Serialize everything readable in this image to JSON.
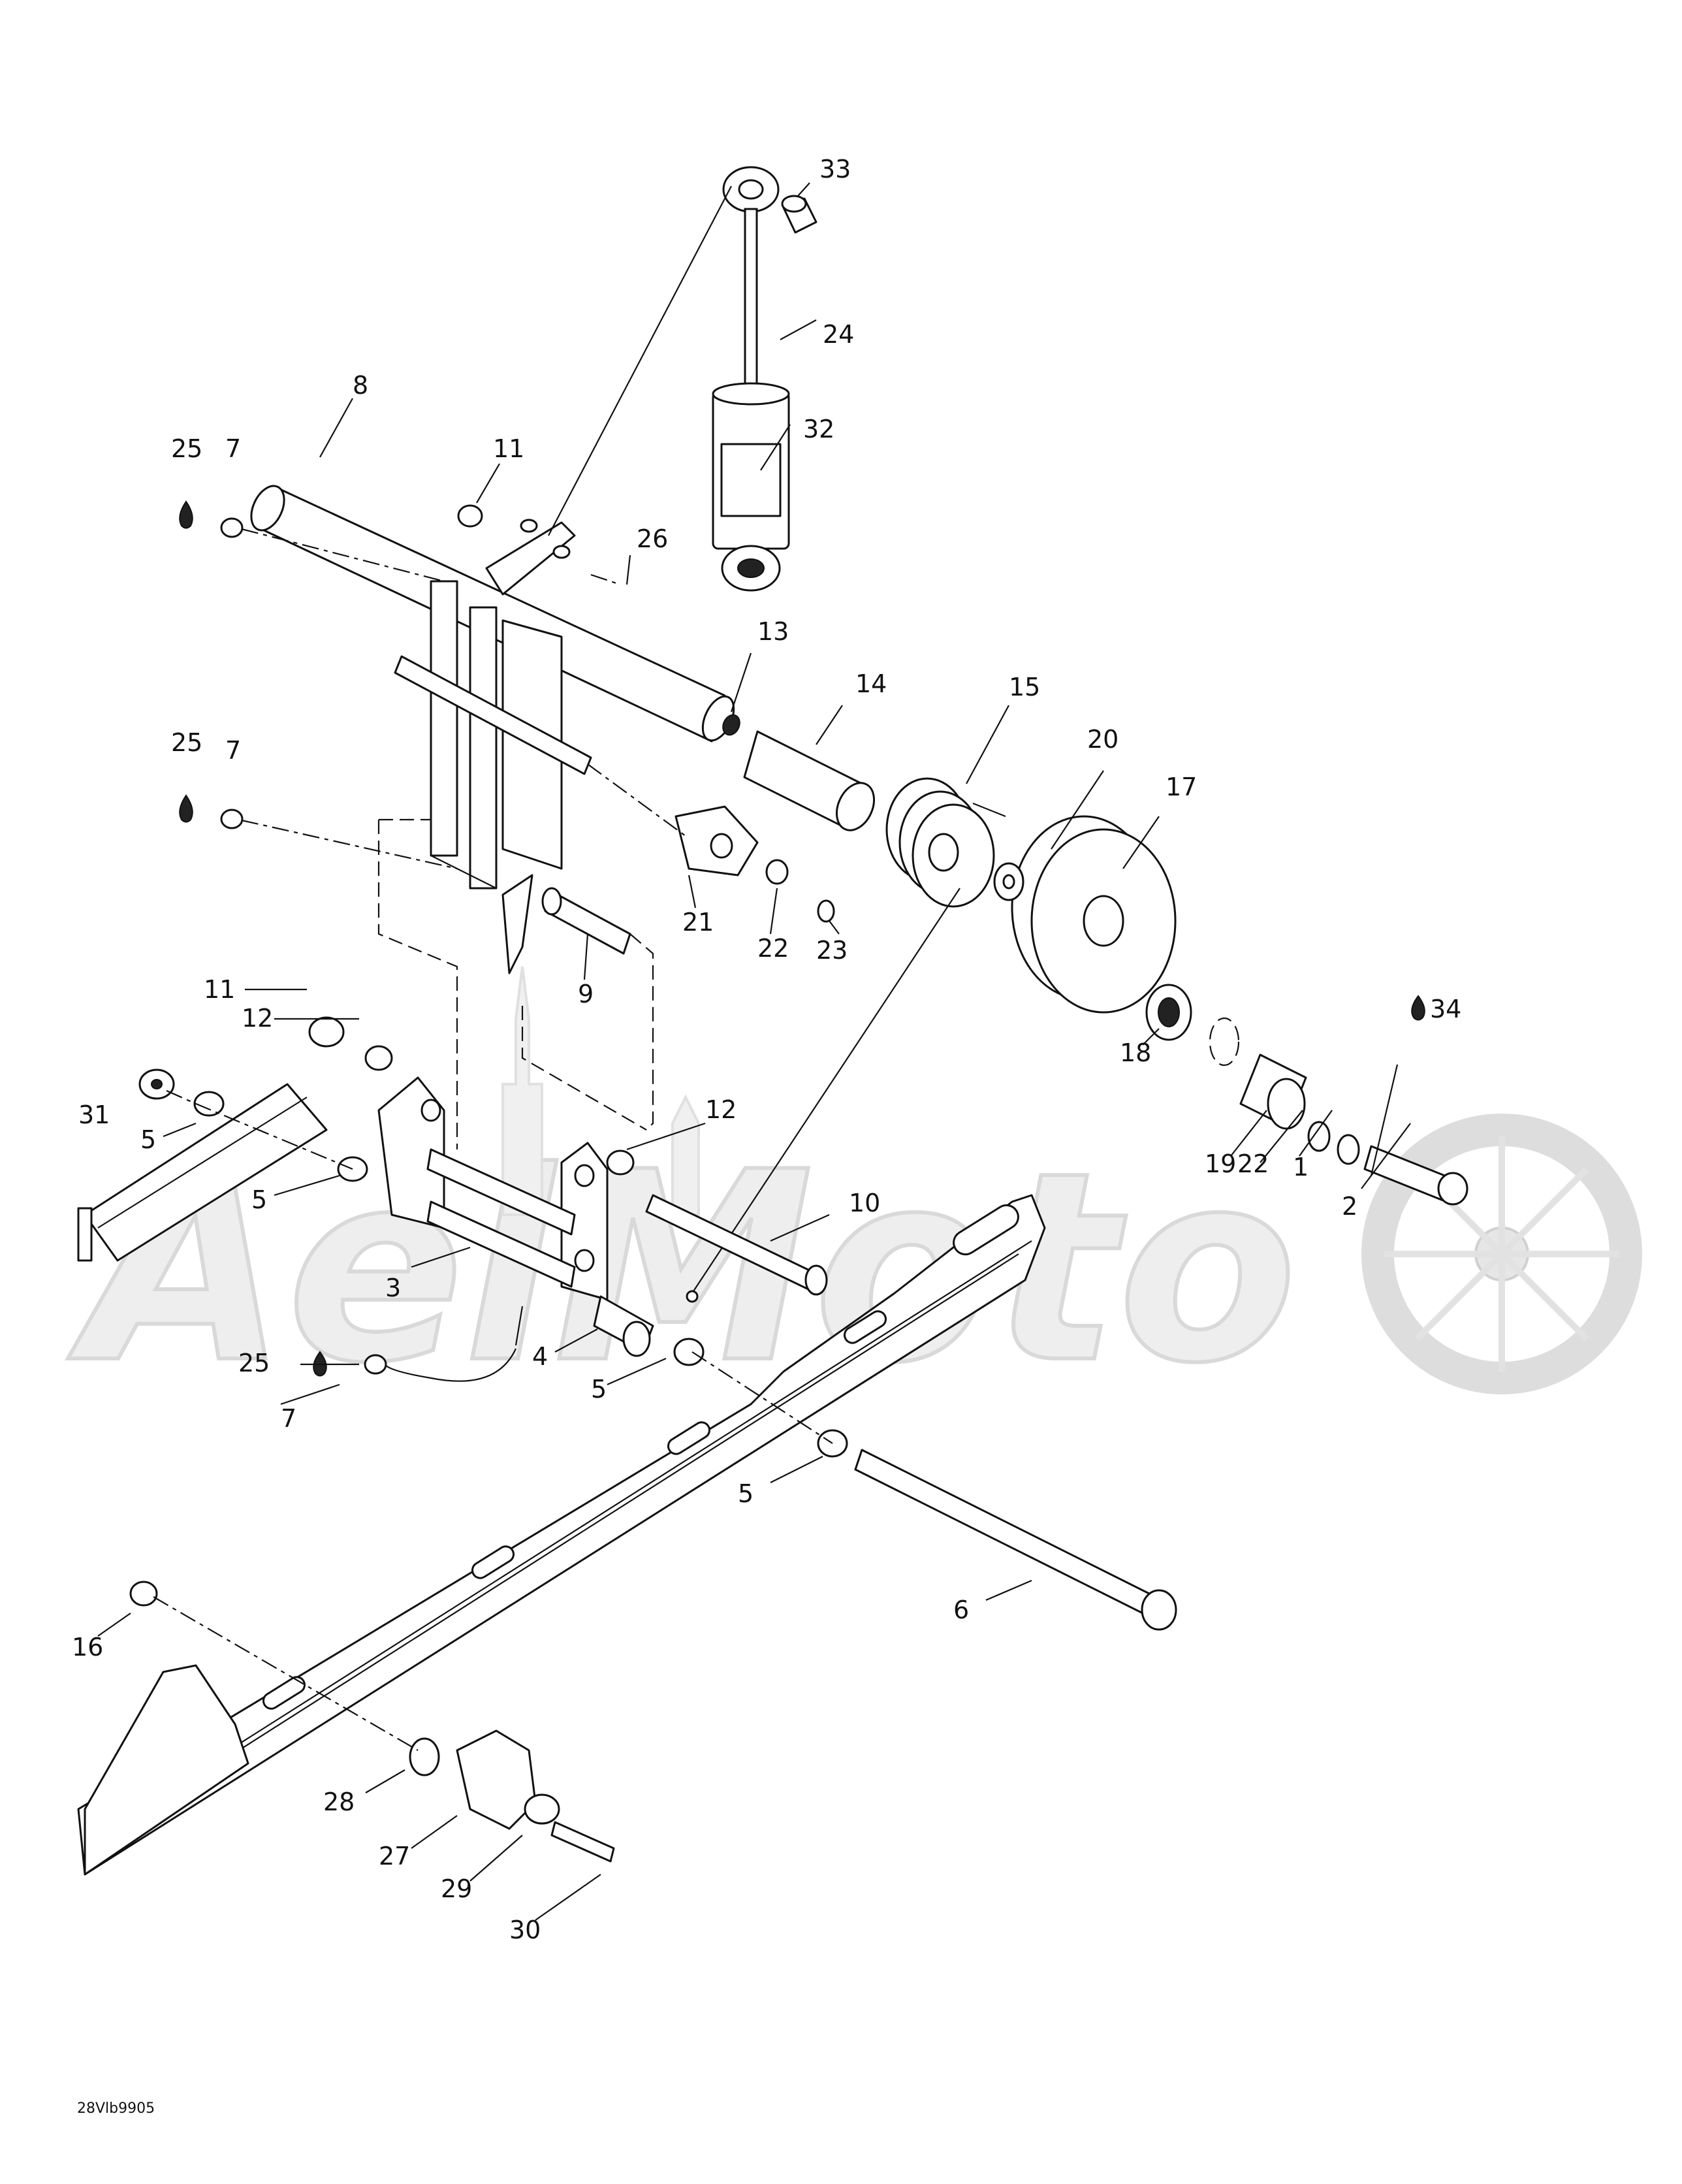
{
  "diagram": {
    "watermark": "AelMoto",
    "diagram_code": "28Vlb9905",
    "lubricant_icon": "oil-drop-icon",
    "callouts": {
      "c1": "1",
      "c2": "2",
      "c3": "3",
      "c4": "4",
      "c5a": "5",
      "c5b": "5",
      "c5c": "5",
      "c5d": "5",
      "c6": "6",
      "c7a": "7",
      "c7b": "7",
      "c7c": "7",
      "c8": "8",
      "c9": "9",
      "c10": "10",
      "c11a": "11",
      "c11b": "11",
      "c12a": "12",
      "c12b": "12",
      "c13": "13",
      "c14": "14",
      "c15": "15",
      "c16": "16",
      "c17": "17",
      "c18": "18",
      "c19": "19",
      "c20": "20",
      "c21": "21",
      "c22a": "22",
      "c22b": "22",
      "c23": "23",
      "c24": "24",
      "c25a": "25",
      "c25b": "25",
      "c25c": "25",
      "c26": "26",
      "c27": "27",
      "c28": "28",
      "c29": "29",
      "c30": "30",
      "c31": "31",
      "c32": "32",
      "c33": "33",
      "c34": "34"
    }
  }
}
